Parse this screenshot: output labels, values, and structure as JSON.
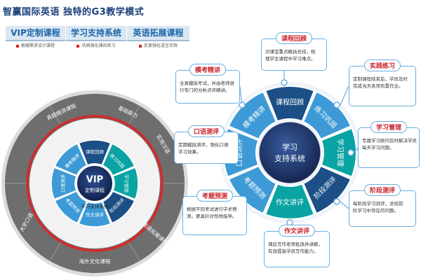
{
  "header": {
    "title": "智赢国际英语  独特的G3教学模式"
  },
  "banners": [
    {
      "title": "VIP定制课程",
      "sub": "根据需求设计课程"
    },
    {
      "title": "学习支持系统",
      "sub": "巩固强化课后练习"
    },
    {
      "title": "英语拓展课程",
      "sub": "反复强化语言实践"
    }
  ],
  "left_diagram": {
    "center_line1": "VIP",
    "center_line2": "定制课程",
    "inner_segments": [
      "课程回顾",
      "练习巩固",
      "学习管理",
      "阶段测评",
      "作文讲评",
      "考题预测",
      "口语测评",
      "模考精讲"
    ],
    "support_label": "学习支持系统",
    "outer_ring": [
      "真题精讲课程",
      "基础能力",
      "实用汉语",
      "英语拓展课程",
      "海外文化课程",
      "大学口语"
    ]
  },
  "right_diagram": {
    "center_line1": "学习",
    "center_line2": "支持系统",
    "segments": [
      "课程回顾",
      "练习巩固",
      "学习管理",
      "阶段测评",
      "作文讲评",
      "考题预测",
      "口语测评",
      "模考精讲"
    ]
  },
  "callouts": [
    {
      "title": "课程回顾",
      "text": [
        "对课堂重点概括总结，梳",
        "理学生课程中学习难点。"
      ]
    },
    {
      "title": "实践练习",
      "text": [
        "定制课程结束后，学员及时",
        "完成当天各项布置作业。"
      ]
    },
    {
      "title": "学习管理",
      "text": [
        "专属学习顾问及时解决学员",
        "每天学习问题。"
      ]
    },
    {
      "title": "阶段测评",
      "text": [
        "每阶段学习测评，总结前",
        "阶学习中存在的问题。"
      ]
    },
    {
      "title": "作文讲评",
      "text": [
        "课后写作老师批改并讲解，",
        "有效提高学员写作能力。"
      ]
    },
    {
      "title": "考题预测",
      "text": [
        "根据不同考试进行学术预",
        "测，更具针对性地指导。"
      ]
    },
    {
      "title": "口语测评",
      "text": [
        "定期模拟测评，强化口语",
        "学习效果。"
      ]
    },
    {
      "title": "模考精讲",
      "text": [
        "全真模拟考试，并由老师进",
        "行专门的分析点评精讲。"
      ]
    }
  ],
  "colors": {
    "light_blue": "#3d9ad6",
    "dark_blue": "#1c4f86",
    "teal": "#0aa3a3",
    "navy_center": "#1f3366",
    "red_ring": "#d42a2a",
    "grey_ring": "#6e6e6e",
    "callout_border": "#6aaedf",
    "callout_title": "#c8222b"
  }
}
